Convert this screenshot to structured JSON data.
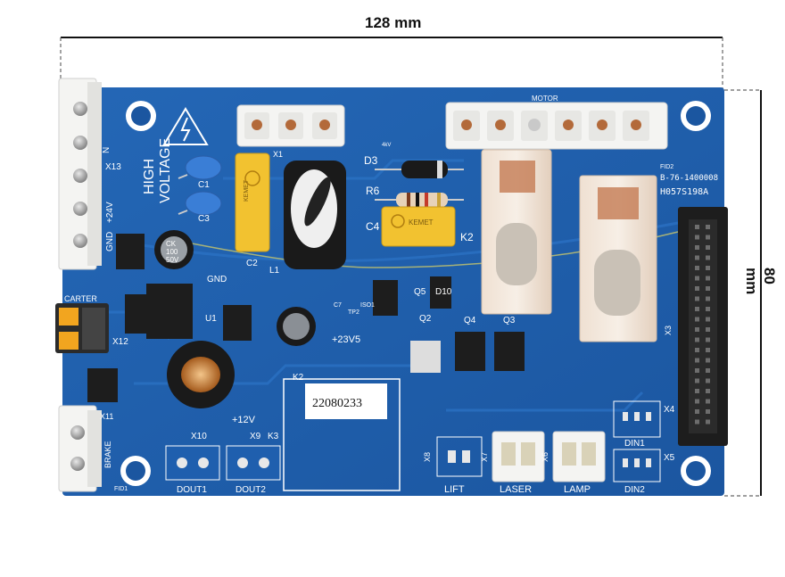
{
  "dimensions": {
    "width_label": "128 mm",
    "height_label": "80 mm"
  },
  "board": {
    "colors": {
      "pcb": "#1f5fae",
      "pcb_dark": "#174d92",
      "silkscreen": "#ffffff",
      "connector": "#f4f4f2",
      "screw": "#b8b8b8",
      "relay": "#e9d9c9",
      "capacitor_yellow": "#f2c230",
      "capacitor_blue": "#3a7ed6"
    },
    "silkscreen": {
      "high_voltage_1": "HIGH",
      "high_voltage_2": "VOLTAGE",
      "x13": "X13",
      "n": "N",
      "plus24v": "+24V",
      "gnd_left": "GND",
      "carter": "CARTER",
      "x12": "X12",
      "x11": "X11",
      "brake": "BRAKE",
      "fid1": "FID1",
      "fid2": "FID2",
      "x1": "X1",
      "c1": "C1",
      "c3": "C3",
      "c2": "C2",
      "l1": "L1",
      "d3": "D3",
      "r6": "R6",
      "c4": "C4",
      "k2": "K2",
      "motor": "MOTOR",
      "part_no": "B-76-1400008",
      "h057": "H057S198A",
      "x3": "X3",
      "gnd_mid": "GND",
      "u1": "U1",
      "d10": "D10",
      "q5": "Q5",
      "q2": "Q2",
      "q4": "Q4",
      "q3": "Q3",
      "c7": "C7",
      "tp2": "TP2",
      "iso1": "ISO1",
      "v23": "+23V5",
      "k2b": "K2",
      "v12": "+12V",
      "x10": "X10",
      "x9": "X9",
      "k3": "K3",
      "dout1": "DOUT1",
      "dout2": "DOUT2",
      "x8": "X8",
      "x7": "X7",
      "x6": "X6",
      "x4": "X4",
      "x5": "X5",
      "lift": "LIFT",
      "laser": "LASER",
      "lamp": "LAMP",
      "din1": "DIN1",
      "din2": "DIN2",
      "label_sticker": "22080233",
      "kemet": "KEMET",
      "cap_text_1": "CK",
      "cap_text_2": "100",
      "cap_text_3": "50V",
      "d3_part": "4kV"
    }
  }
}
